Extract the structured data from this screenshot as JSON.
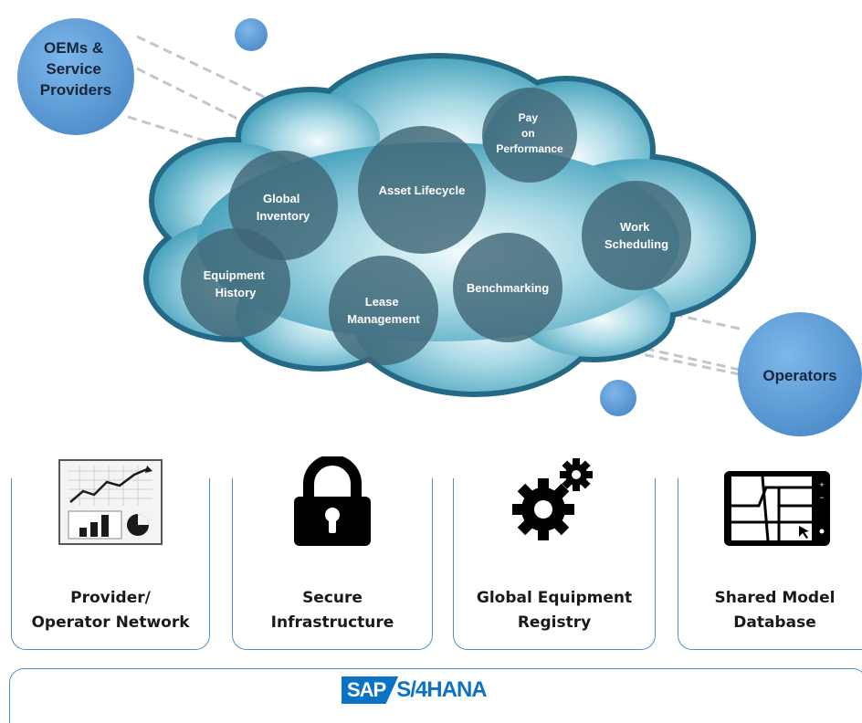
{
  "cloud_bubbles": [
    {
      "id": "asset-lifecycle",
      "lines": [
        "Asset Lifecycle"
      ]
    },
    {
      "id": "pay-on-performance",
      "lines": [
        "Pay",
        "on",
        "Performance"
      ]
    },
    {
      "id": "global-inventory",
      "lines": [
        "Global",
        "Inventory"
      ]
    },
    {
      "id": "work-scheduling",
      "lines": [
        "Work",
        "Scheduling"
      ]
    },
    {
      "id": "equipment-history",
      "lines": [
        "Equipment",
        "History"
      ]
    },
    {
      "id": "lease-management",
      "lines": [
        "Lease",
        "Management"
      ]
    },
    {
      "id": "benchmarking",
      "lines": [
        "Benchmarking"
      ]
    }
  ],
  "side_nodes": {
    "oems": [
      "OEMs &",
      "Service",
      "Providers"
    ],
    "operators": [
      "Operators"
    ]
  },
  "panels": [
    {
      "icon": "chart-dashboard-icon",
      "lines": [
        "Provider/",
        "Operator Network"
      ]
    },
    {
      "icon": "padlock-icon",
      "lines": [
        "Secure",
        "Infrastructure"
      ]
    },
    {
      "icon": "gears-icon",
      "lines": [
        "Global Equipment",
        "Registry"
      ]
    },
    {
      "icon": "map-tablet-icon",
      "lines": [
        "Shared Model",
        "Database"
      ]
    }
  ],
  "footer": {
    "logo_box": "SAP",
    "logo_text": "S/4HANA"
  },
  "colors": {
    "bubble": "#4a6f80",
    "node": "#5fa0d8",
    "cloud_edge": "#246a86",
    "accent": "#0b72c4"
  }
}
